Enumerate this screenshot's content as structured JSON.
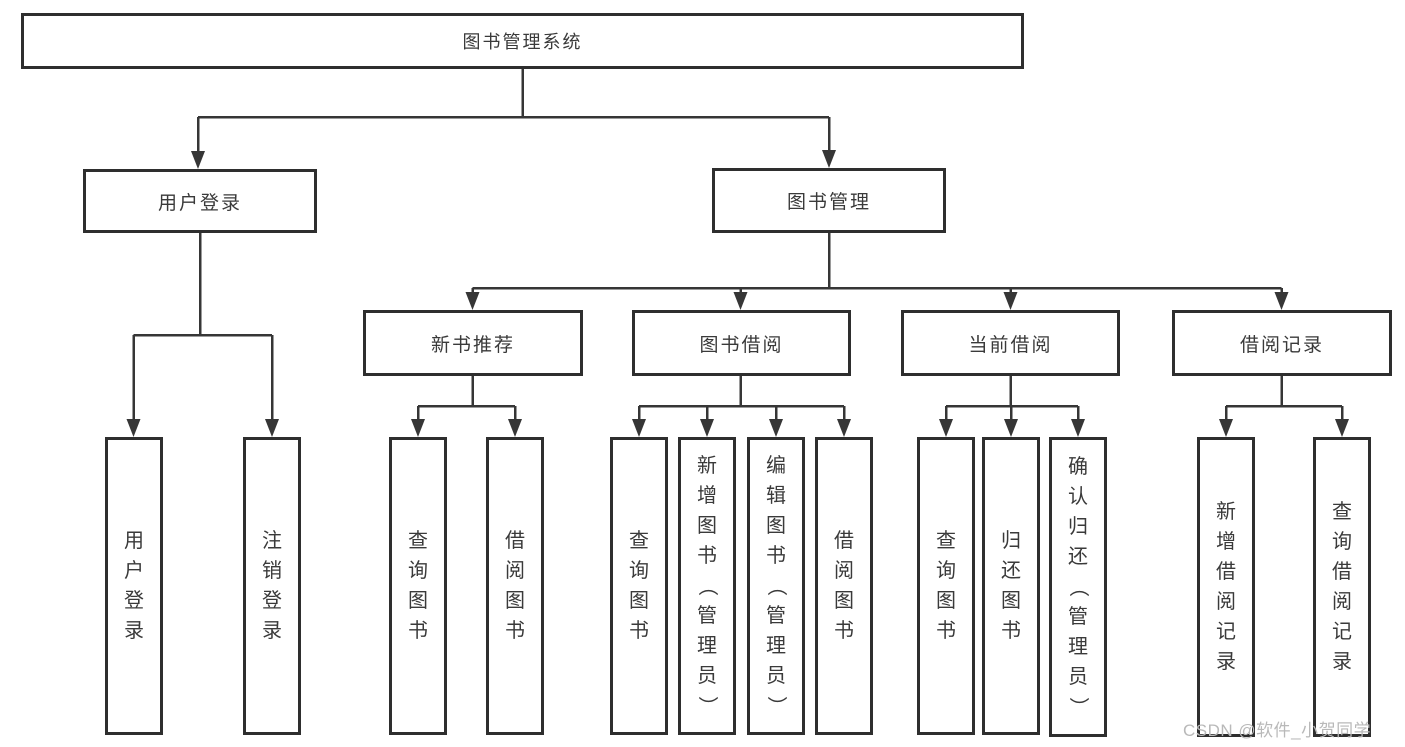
{
  "nodes": {
    "root": "图书管理系统",
    "user_login": "用户登录",
    "book_management": "图书管理",
    "new_book_recommend": "新书推荐",
    "book_borrow": "图书借阅",
    "current_borrow": "当前借阅",
    "borrow_records": "借阅记录"
  },
  "leaves": {
    "user_login": "用户登录",
    "logout": "注销登录",
    "recommend_query_books": "查询图书",
    "recommend_borrow_books": "借阅图书",
    "borrow_query_books": "查询图书",
    "borrow_add_books": "新增图书（管理员）",
    "borrow_edit_books": "编辑图书（管理员）",
    "borrow_borrow_books": "借阅图书",
    "current_query_books": "查询图书",
    "current_return_books": "归还图书",
    "current_confirm_return": "确认归还（管理员）",
    "records_add": "新增借阅记录",
    "records_query": "查询借阅记录"
  },
  "watermark": "CSDN @软件_小贺同学",
  "colors": {
    "line": "#363636",
    "box_border": "#2e2e2e",
    "text": "#3a3a3a",
    "watermark": "#b9b9b9",
    "background": "#ffffff"
  }
}
